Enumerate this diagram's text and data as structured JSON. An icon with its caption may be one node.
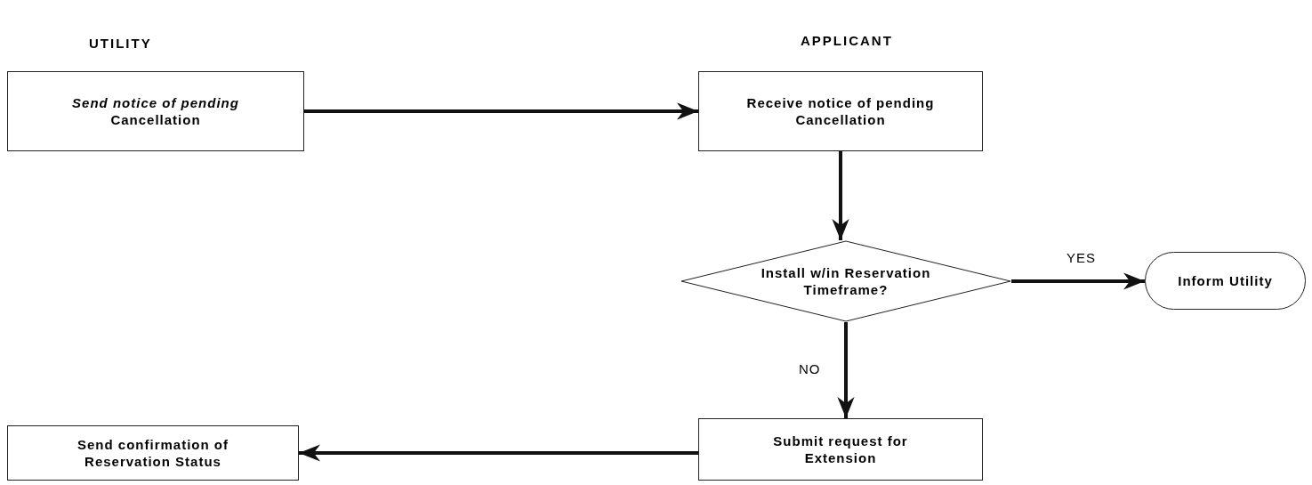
{
  "diagram": {
    "nodes": [
      {
        "text": [
          "*Send notice of pending* Cancellation"
        ]
      },
      {
        "text": [
          "Receive notice of pending Cancellation"
        ]
      },
      {
        "text": [
          "Install w/in Reservation Timeframe?"
        ]
      },
      {
        "text": [
          "Inform Utility"
        ]
      },
      {
        "text": [
          "Submit request for Extension"
        ]
      },
      {
        "text": [
          "Send confirmation of Reservation Status"
        ]
      }
    ],
    "edges": [
      {
        "from": 0,
        "to": 1,
        "arrow": "to"
      },
      {
        "from": 1,
        "to": 2,
        "arrow": "to"
      },
      {
        "from": 2,
        "to": 3,
        "arrow": "to",
        "label": "YES"
      },
      {
        "from": 2,
        "to": 4,
        "arrow": "to",
        "label": "NO"
      },
      {
        "from": 4,
        "to": 5,
        "arrow": "to"
      }
    ],
    "labels": [
      "UTILITY",
      "APPLICANT"
    ]
  }
}
